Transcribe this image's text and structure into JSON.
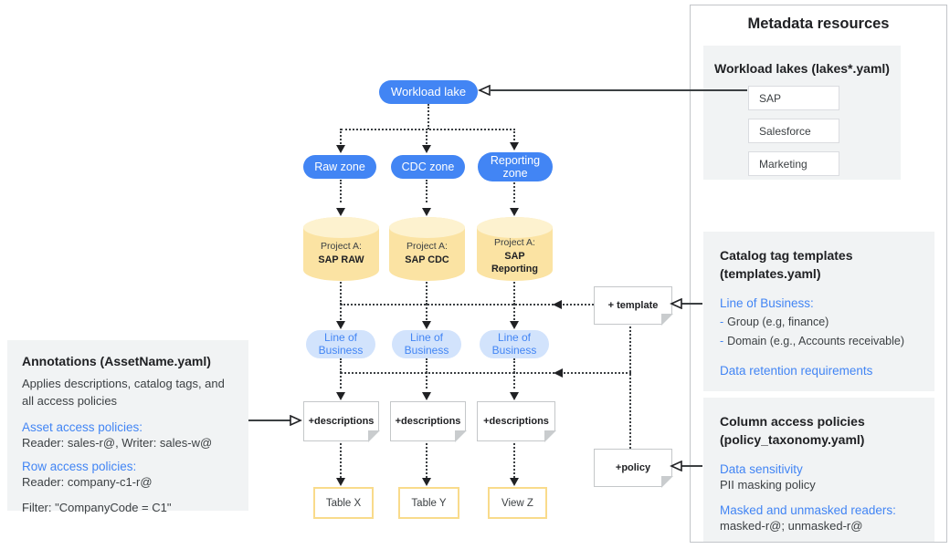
{
  "colors": {
    "accent_blue": "#4285F4",
    "zone_pill_blue": "#4285F4",
    "lob_pill_light_blue": "#D2E3FC",
    "cylinder_fill": "#FBE3A3",
    "cylinder_top": "#FDF2CF",
    "table_border": "#F9DB8B",
    "panel_gray": "#F1F3F4"
  },
  "diagram": {
    "workload_lake_label": "Workload lake",
    "zones": [
      "Raw zone",
      "CDC zone",
      "Reporting zone"
    ],
    "projects": [
      {
        "line1": "Project A:",
        "line2": "SAP RAW"
      },
      {
        "line1": "Project A:",
        "line2": "SAP CDC"
      },
      {
        "line1": "Project A:",
        "line2": "SAP Reporting"
      }
    ],
    "lob_pills": [
      "Line of Business",
      "Line of Business",
      "Line of Business"
    ],
    "description_notes": [
      "+descriptions",
      "+descriptions",
      "+descriptions"
    ],
    "template_note": "+ template",
    "policy_note": "+policy",
    "outputs": [
      "Table X",
      "Table Y",
      "View Z"
    ]
  },
  "annotations_panel": {
    "title": "Annotations (AssetName.yaml)",
    "subtitle": "Applies descriptions, catalog tags, and all access policies",
    "asset_heading": "Asset access policies:",
    "asset_value": "Reader: sales-r@, Writer: sales-w@",
    "row_heading": "Row access policies:",
    "row_value": "Reader: company-c1-r@",
    "filter_value": "Filter: \"CompanyCode = C1\""
  },
  "metadata_panel": {
    "title": "Metadata resources",
    "workload_lakes": {
      "heading": "Workload lakes (lakes*.yaml)",
      "items": [
        "SAP",
        "Salesforce",
        "Marketing"
      ]
    },
    "catalog_tags": {
      "heading_line1": "Catalog tag templates",
      "heading_line2": "(templates.yaml)",
      "lob_heading": "Line of Business:",
      "bullets": [
        {
          "marker": "-",
          "text": "Group (e.g, finance)"
        },
        {
          "marker": "-",
          "text": "Domain (e.g., Accounts receivable)"
        }
      ],
      "retention_heading": "Data retention requirements"
    },
    "column_policies": {
      "heading_line1": "Column access policies",
      "heading_line2": "(policy_taxonomy.yaml)",
      "sensitivity_heading": "Data sensitivity",
      "sensitivity_value": "PII masking policy",
      "readers_heading": "Masked and unmasked readers:",
      "readers_value": "masked-r@; unmasked-r@"
    }
  }
}
